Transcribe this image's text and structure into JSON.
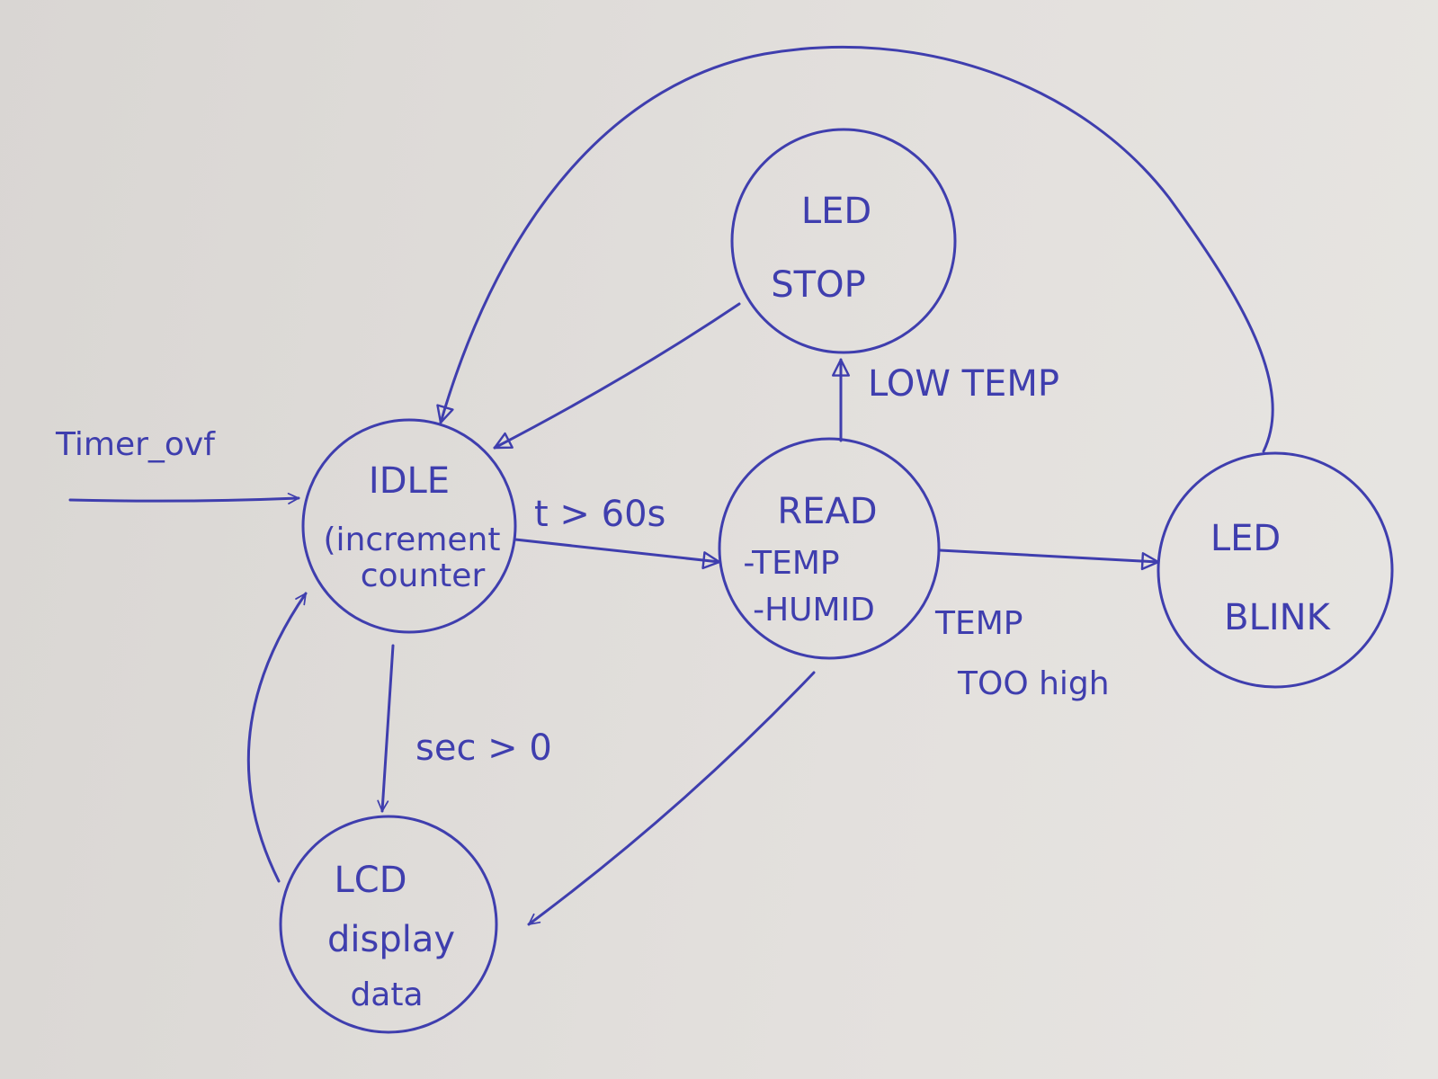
{
  "diagram": {
    "ink_color": "#3f3eae",
    "paper_color": "#e0ddda",
    "states": [
      {
        "id": "idle",
        "lines": [
          "IDLE",
          "(increment",
          "counter"
        ]
      },
      {
        "id": "led-stop",
        "lines": [
          "LED",
          "STOP"
        ]
      },
      {
        "id": "read",
        "lines": [
          "READ",
          "-TEMP",
          "-HUMID"
        ]
      },
      {
        "id": "led-blink",
        "lines": [
          "LED",
          "BLINK"
        ]
      },
      {
        "id": "lcd",
        "lines": [
          "LCD",
          "display",
          "data"
        ]
      }
    ],
    "transitions": {
      "entry": "Timer_ovf",
      "idle_to_read": "t > 60s",
      "read_to_stop": "LOW TEMP",
      "read_to_blink": [
        "TEMP",
        "TOO high"
      ],
      "idle_to_lcd": "sec > 0"
    }
  }
}
